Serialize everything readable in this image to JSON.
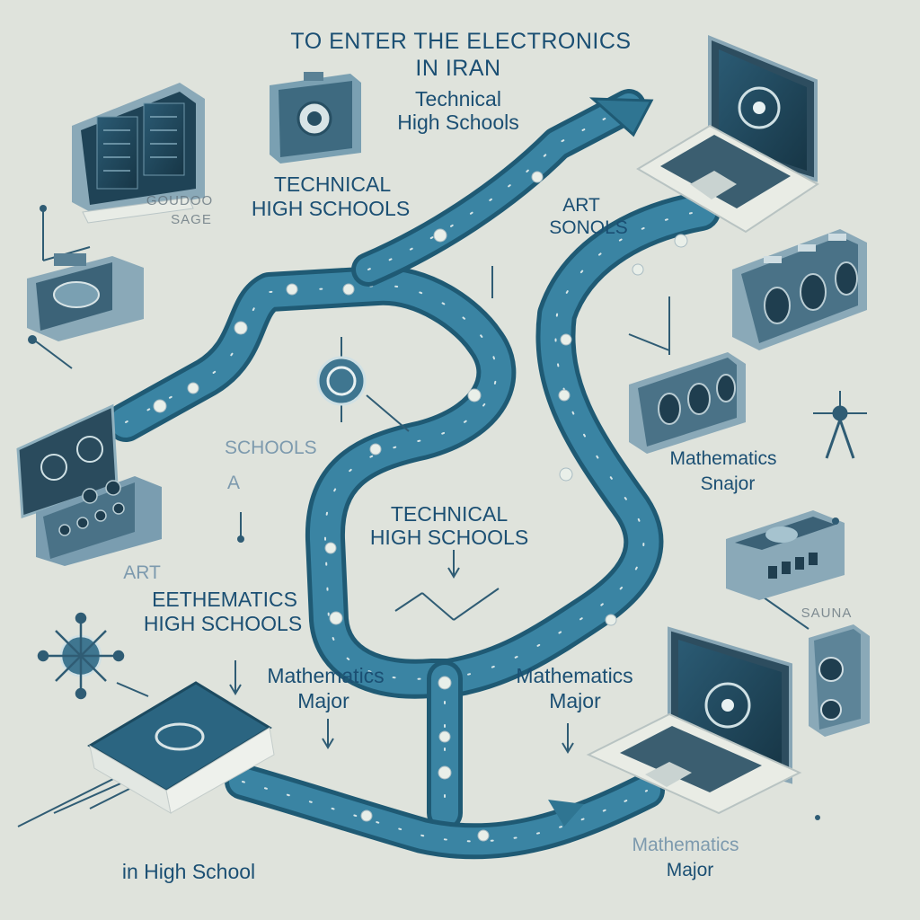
{
  "title": {
    "line1": "TO ENTER THE ELECTRONICS",
    "line2": "IN IRAN"
  },
  "labels": {
    "technical_top_l1": "Technical",
    "technical_top_l2": "High Schools",
    "technical_left_l1": "TECHNICAL",
    "technical_left_l2": "HIGH SCHOOLS",
    "art_schools_l1": "ART",
    "art_schools_l2": "SONOLS",
    "schools": "SCHOOLS",
    "a_mark": "A",
    "technical_center_l1": "TECHNICAL",
    "technical_center_l2": "HIGH SCHOOLS",
    "mathematics_right_l1": "Mathematics",
    "mathematics_right_l2": "Snajor",
    "eethematics_l1": "EETHEMATICS",
    "eethematics_l2": "HIGH SCHOOLS",
    "math_left_l1": "Mathematics",
    "math_left_l2": "Major",
    "math_center_l1": "Mathematics",
    "math_center_l2": "Major",
    "math_bottom_l1": "Mathematics",
    "math_bottom_l2": "Major",
    "in_high_school": "in High School",
    "art_small_l1": "ART",
    "garbled_left": "GOUDOO",
    "garbled_left2": "SAGE",
    "garbled_right": "SAUNA"
  },
  "colors": {
    "background": "#dfe3dc",
    "path": "#2f7592",
    "path_edge": "#1f5a74",
    "device": "#6d93a6",
    "device_dark": "#2f4f63",
    "text": "#1b4f73"
  }
}
